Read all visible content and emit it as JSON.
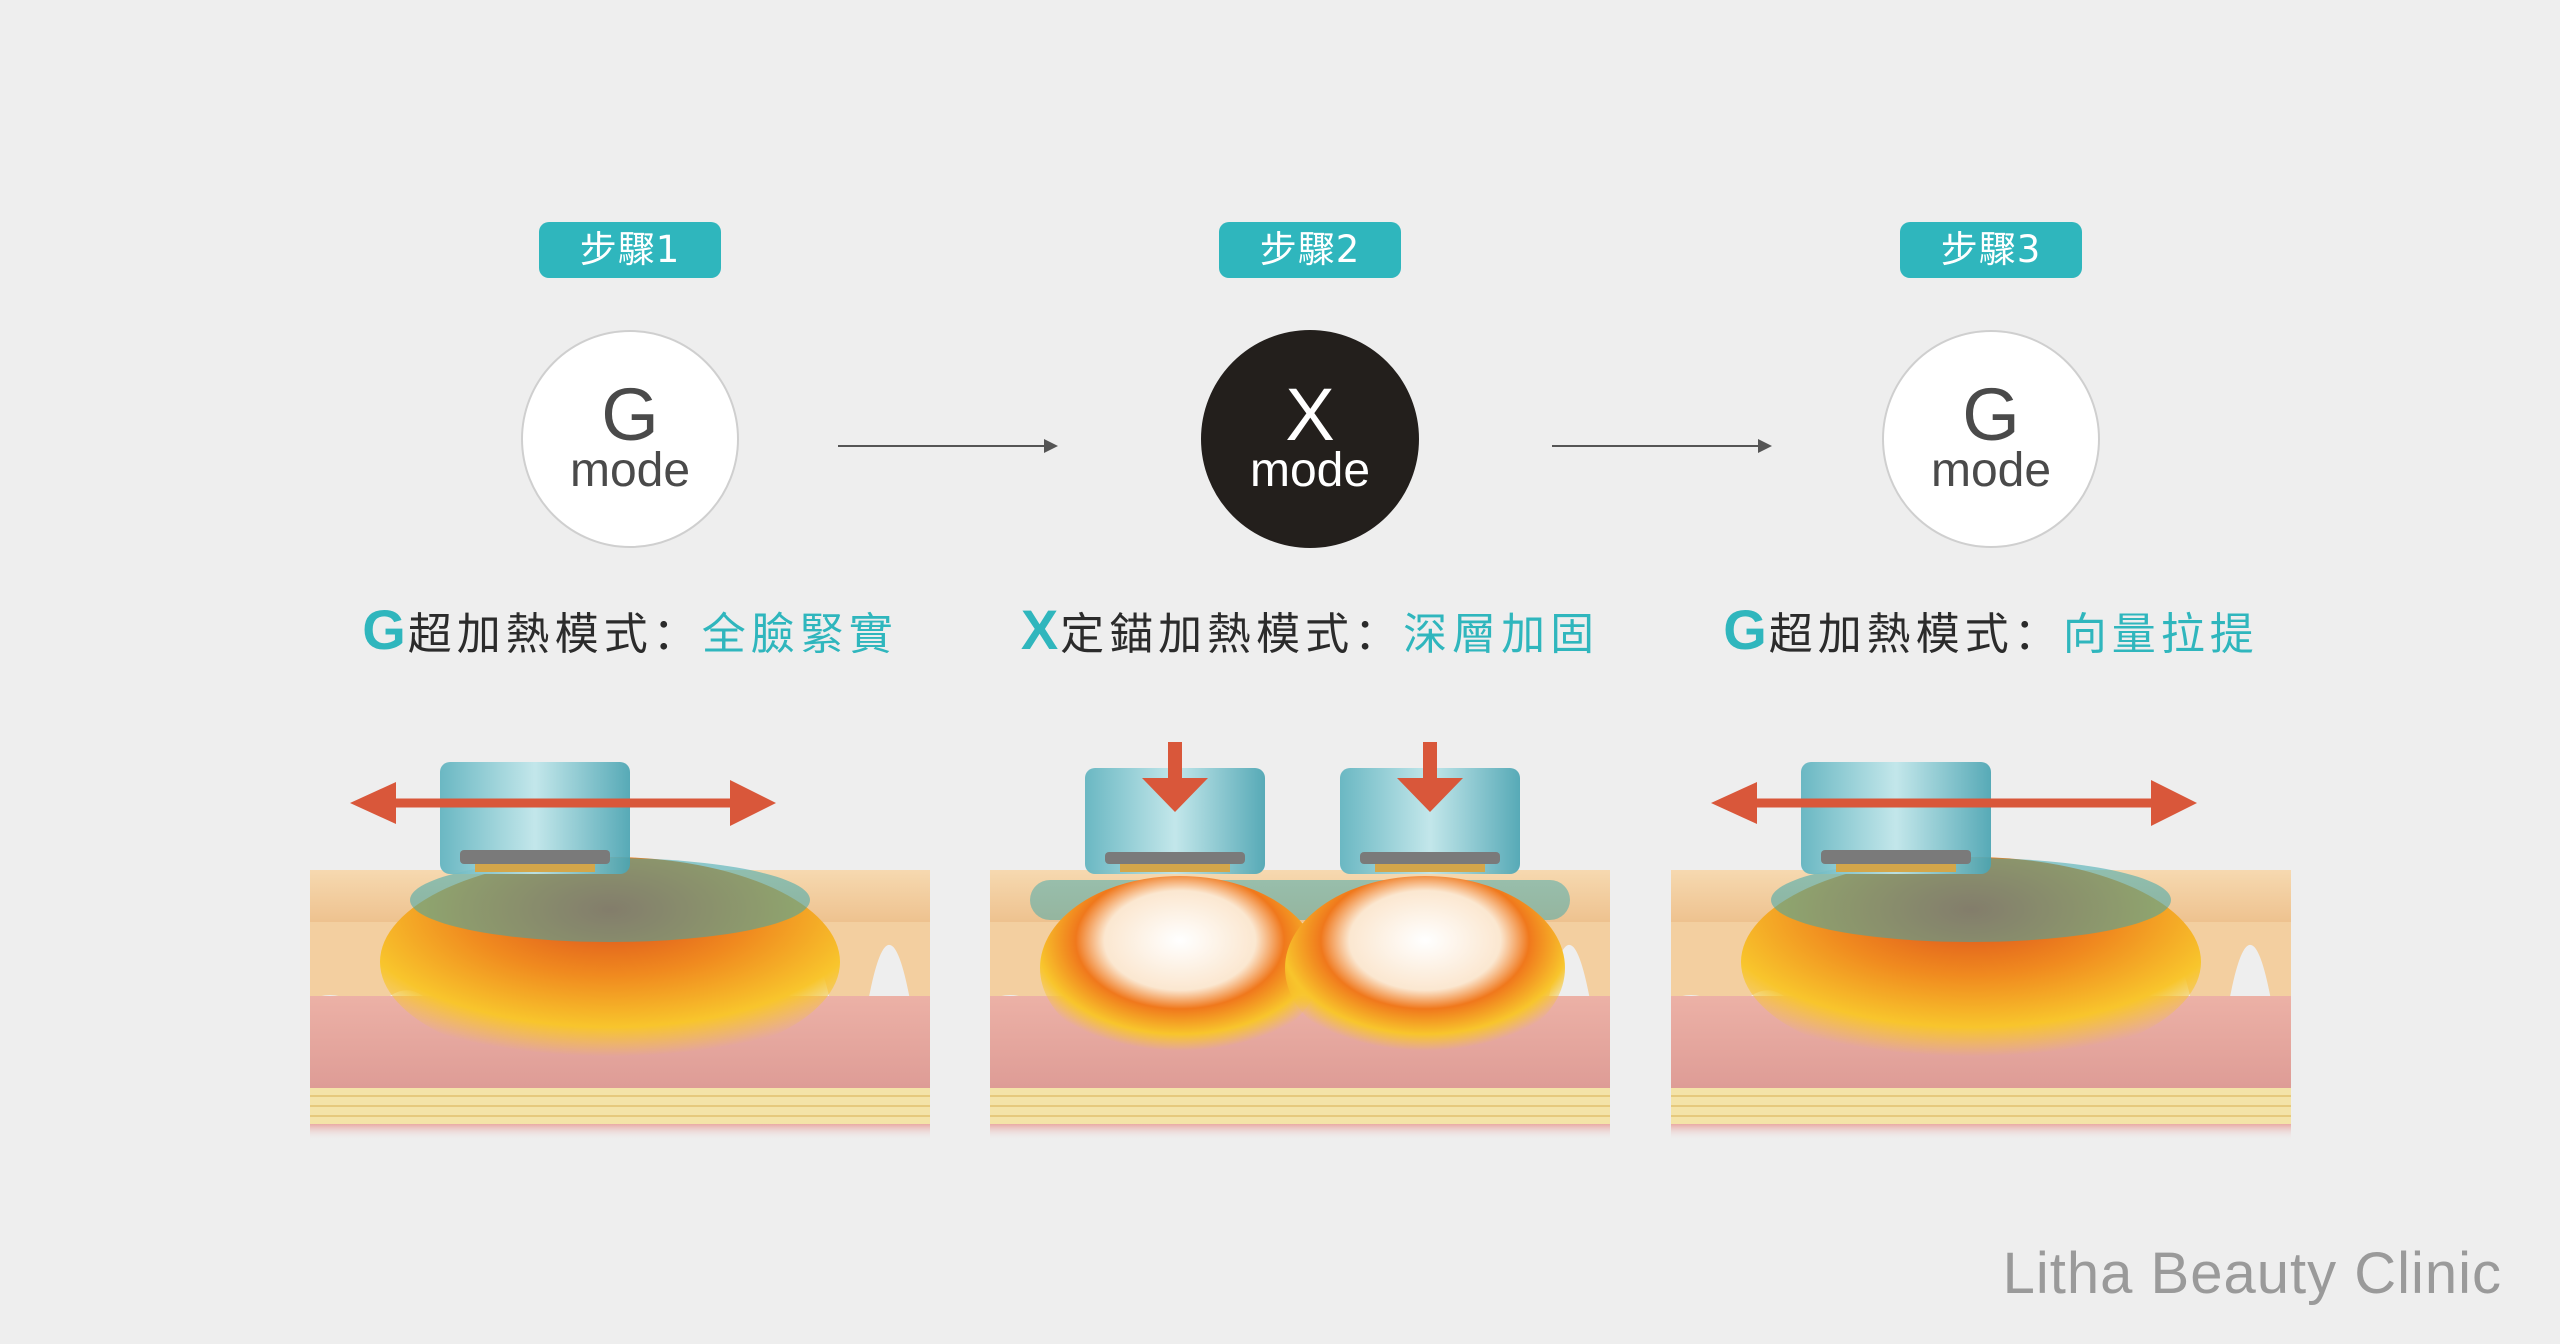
{
  "steps": [
    {
      "badge": "步驟1",
      "mode_letter": "G",
      "mode_word": "mode",
      "caption_letter": "G",
      "caption_main": "超加熱模式",
      "caption_colon": "：",
      "caption_effect": "全臉緊實"
    },
    {
      "badge": "步驟2",
      "mode_letter": "X",
      "mode_word": "mode",
      "caption_letter": "X",
      "caption_main": "定錨加熱模式",
      "caption_colon": "：",
      "caption_effect": "深層加固"
    },
    {
      "badge": "步驟3",
      "mode_letter": "G",
      "mode_word": "mode",
      "caption_letter": "G",
      "caption_main": "超加熱模式",
      "caption_colon": "：",
      "caption_effect": "向量拉提"
    }
  ],
  "brand": "Litha Beauty Clinic",
  "colors": {
    "accent": "#2fb6bd",
    "dark_circle": "#231f1c",
    "background": "#eeeeee",
    "arrow_red": "#d9573a",
    "brand_gray": "#9a9a9a"
  },
  "icons": {
    "flow_arrow": "right-arrow-icon",
    "spread_arrow": "double-horizontal-arrow-icon",
    "press_arrow": "down-arrow-icon"
  }
}
